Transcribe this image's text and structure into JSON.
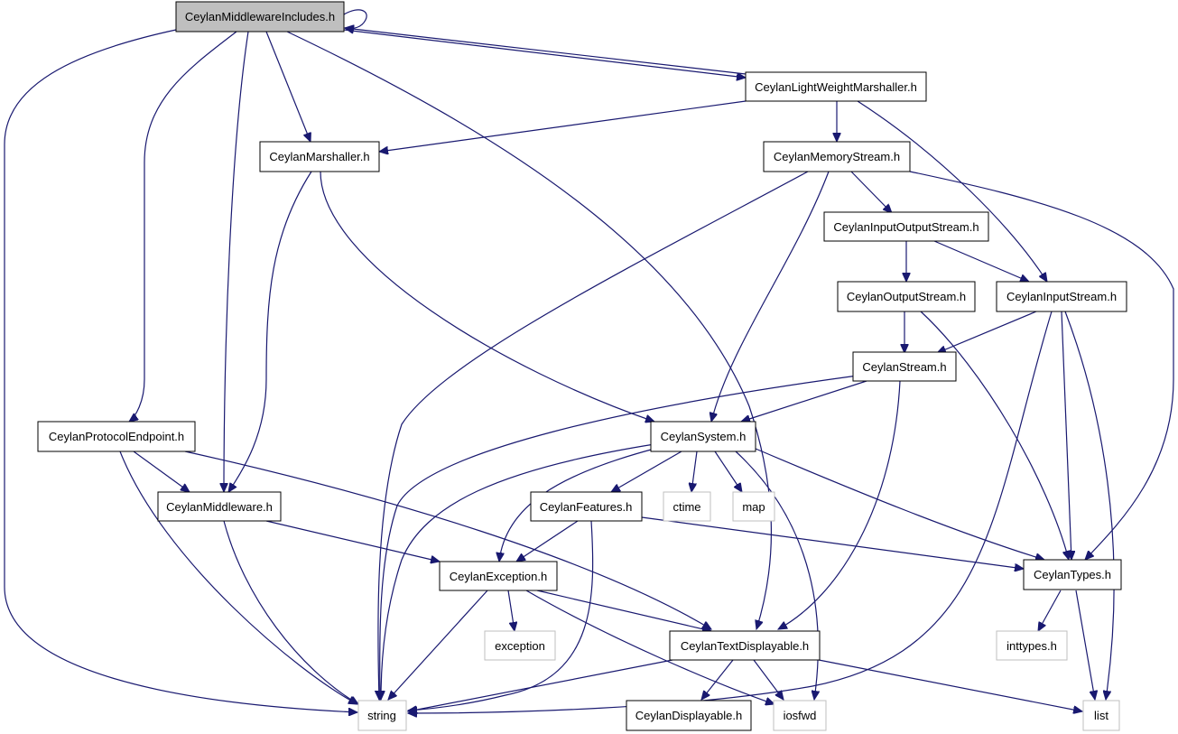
{
  "colors": {
    "edge": "#191970",
    "root_fill": "#bfbfbf",
    "node_fill": "#ffffff",
    "node_border": "#000000",
    "system_header_border": "#bfbfbf"
  },
  "nodes": {
    "root": {
      "label": "CeylanMiddlewareIncludes.h"
    },
    "lwm": {
      "label": "CeylanLightWeightMarshaller.h"
    },
    "marshaller": {
      "label": "CeylanMarshaller.h"
    },
    "memstream": {
      "label": "CeylanMemoryStream.h"
    },
    "iostream": {
      "label": "CeylanInputOutputStream.h"
    },
    "outstream": {
      "label": "CeylanOutputStream.h"
    },
    "instream": {
      "label": "CeylanInputStream.h"
    },
    "stream": {
      "label": "CeylanStream.h"
    },
    "protocol": {
      "label": "CeylanProtocolEndpoint.h"
    },
    "system": {
      "label": "CeylanSystem.h"
    },
    "middleware": {
      "label": "CeylanMiddleware.h"
    },
    "features": {
      "label": "CeylanFeatures.h"
    },
    "ctime": {
      "label": "ctime"
    },
    "map": {
      "label": "map"
    },
    "exception_h": {
      "label": "CeylanException.h"
    },
    "types": {
      "label": "CeylanTypes.h"
    },
    "exception": {
      "label": "exception"
    },
    "textdisp": {
      "label": "CeylanTextDisplayable.h"
    },
    "inttypes": {
      "label": "inttypes.h"
    },
    "string": {
      "label": "string"
    },
    "displayable": {
      "label": "CeylanDisplayable.h"
    },
    "iosfwd": {
      "label": "iosfwd"
    },
    "list": {
      "label": "list"
    }
  }
}
